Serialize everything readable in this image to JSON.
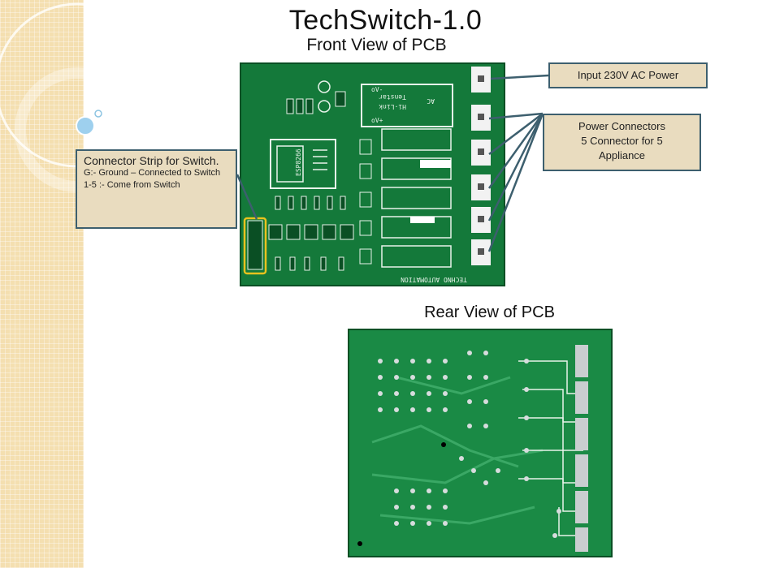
{
  "slide": {
    "title": "TechSwitch-1.0",
    "front_label": "Front View of PCB",
    "rear_label": "Rear View of PCB"
  },
  "callouts": {
    "switch": {
      "heading": "Connector Strip for Switch.",
      "line1": "G:- Ground – Connected to Switch",
      "line2": "1-5 :- Come from Switch"
    },
    "input": {
      "text": "Input 230V AC Power"
    },
    "power": {
      "line1": "Power Connectors",
      "line2": "5 Connector for 5",
      "line3": "Appliance"
    }
  },
  "pcb_front": {
    "module_text1": "AC",
    "module_text2": "Tenstar",
    "module_text3": "Hi-Link",
    "pin_labels": [
      "oV-",
      "oV+"
    ],
    "wifi_label": "ESP8266",
    "footer": "TECHNO AUTOMATION"
  },
  "colors": {
    "pcb_green": "#14793a",
    "pcb_dark": "#0a4f24",
    "silk": "#e8f3ea",
    "callout_fill": "#e9dcbf",
    "callout_border": "#3d5f6e",
    "highlight": "#e8c21e",
    "band": "#f4dfb0"
  }
}
